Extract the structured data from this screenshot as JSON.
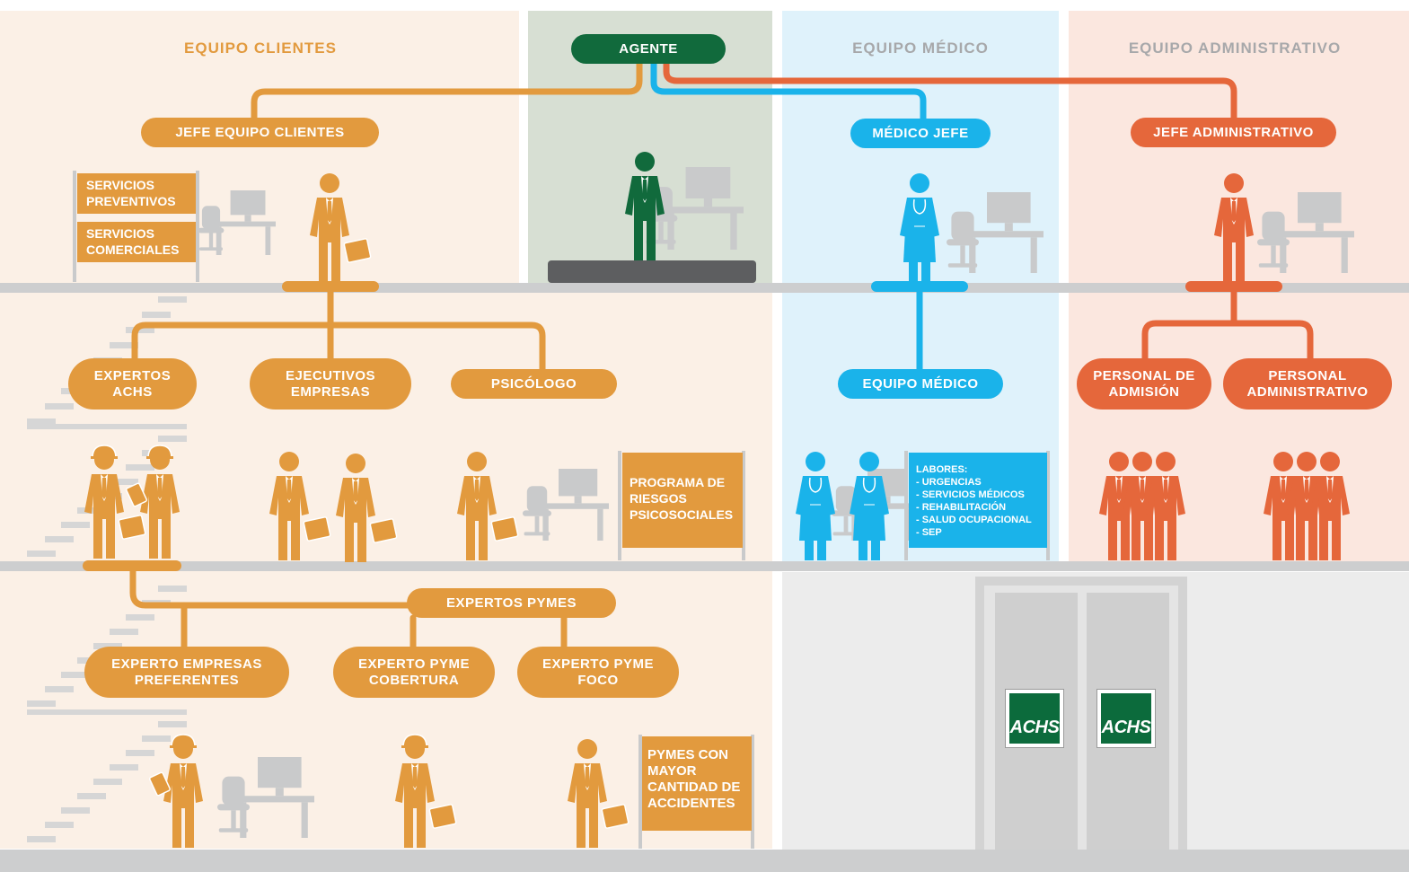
{
  "colors": {
    "clientes": "#e29a3e",
    "agente": "#116a3c",
    "medico": "#1ab3ea",
    "administrativo": "#e5673b",
    "floor": "#cdcecf",
    "furniture": "#c9cacb",
    "bg_clientes": "#fbf0e6",
    "bg_agente": "#d7dfd3",
    "bg_medico": "#dff2fb",
    "bg_admin": "#fbe7df",
    "bg_lobby": "#ececec"
  },
  "teams": {
    "clientes": "EQUIPO CLIENTES",
    "medico": "EQUIPO MÉDICO",
    "administrativo": "EQUIPO ADMINISTRATIVO"
  },
  "nodes": {
    "agente": "AGENTE",
    "jefe_clientes": "JEFE EQUIPO CLIENTES",
    "medico_jefe": "MÉDICO JEFE",
    "jefe_administrativo": "JEFE ADMINISTRATIVO",
    "expertos_achs": "EXPERTOS\nACHS",
    "ejecutivos_empresas": "EJECUTIVOS\nEMPRESAS",
    "psicologo": "PSICÓLOGO",
    "equipo_medico": "EQUIPO MÉDICO",
    "personal_admision": "PERSONAL DE\nADMISIÓN",
    "personal_administrativo": "PERSONAL\nADMINISTRATIVO",
    "expertos_pymes": "EXPERTOS PYMES",
    "experto_empresas_preferentes": "EXPERTO EMPRESAS\nPREFERENTES",
    "experto_pyme_cobertura": "EXPERTO PYME\nCOBERTURA",
    "experto_pyme_foco": "EXPERTO PYME\nFOCO"
  },
  "signs": {
    "servicios_preventivos": "SERVICIOS\nPREVENTIVOS",
    "servicios_comerciales": "SERVICIOS\nCOMERCIALES",
    "programa_riesgos": "PROGRAMA DE\nRIESGOS\nPSICOSOCIALES",
    "labores": "LABORES:\n- URGENCIAS\n- SERVICIOS MÉDICOS\n- REHABILITACIÓN\n- SALUD OCUPACIONAL\n- SEP",
    "pymes_accidentes": "PYMES CON\nMAYOR\nCANTIDAD DE\nACCIDENTES"
  },
  "logos": {
    "left": "ACHS",
    "right": "ACHS"
  },
  "icons": {
    "person": "person-icon",
    "worker": "worker-with-helmet-icon",
    "doctor": "doctor-icon",
    "desk": "desk-with-computer-icon",
    "door": "double-door-icon"
  }
}
